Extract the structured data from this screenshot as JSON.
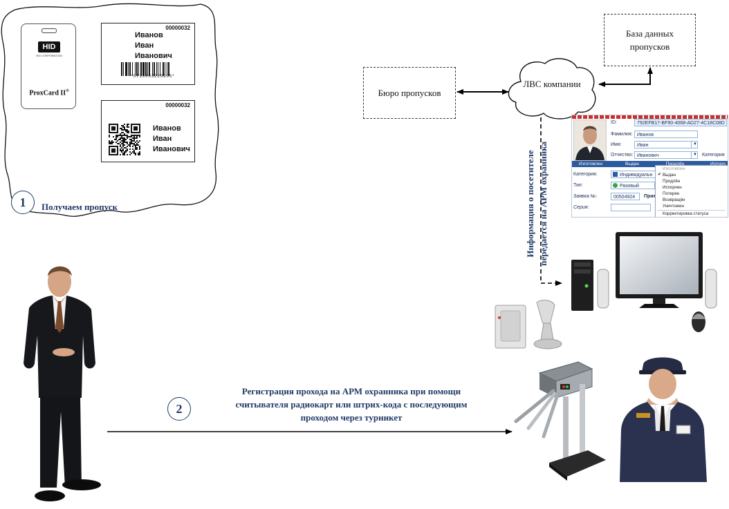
{
  "cards": {
    "prox": {
      "brand": "HID",
      "brand_sub": "HID CORPORATION",
      "model": "ProxCard II",
      "model_sup": "®"
    },
    "barcode": {
      "number": "00000032",
      "surname": "Иванов",
      "name": "Иван",
      "patronymic": "Иванович",
      "digits": "*0710003225905*"
    },
    "qr": {
      "number": "00000032",
      "surname": "Иванов",
      "name": "Иван",
      "patronymic": "Иванович"
    }
  },
  "step1": {
    "number": "1",
    "label": "Получаем пропуск"
  },
  "step2": {
    "number": "2",
    "line1": "Регистрация прохода на АРМ охранника при помощи",
    "line2": "считывателя радиокарт или штрих-кода с последующим",
    "line3": "проходом через турникет"
  },
  "nodes": {
    "bureau": "Бюро пропусков",
    "lan": "ЛВС компании",
    "db_line1": "База данных",
    "db_line2": "пропусков"
  },
  "vertical_note": {
    "line1": "Информация о посетителе",
    "line2": "передается на АРМ охранника"
  },
  "form": {
    "id_label": "ID:",
    "id_value": "792EFB17-BF90-4068-AD27-4C18C08D",
    "surname_label": "Фамилия:",
    "surname_value": "Иванов",
    "name_label": "Имя:",
    "name_value": "Иван",
    "patronymic_label": "Отчество:",
    "patronymic_value": "Иванович",
    "category_label_right": "Категория",
    "tabs": [
      "Изготовлен",
      "Выдан",
      "Продлён",
      "Испорч"
    ],
    "category_label": "Категория:",
    "category_value": "Индивидуальн",
    "type_label": "Тип:",
    "type_value": "Разовый",
    "request_label": "Заявка №:",
    "request_value": "00504924",
    "request_extra": "Прим",
    "series_label": "Серия:",
    "menu_items": [
      "Изготовлен",
      "Выдан",
      "Продлён",
      "Испорчен",
      "Потерян",
      "Возвращён",
      "Уничтожен",
      "Корректировка статуса"
    ],
    "menu_checked": "Выдан"
  },
  "colors": {
    "accent_blue": "#1f3a66",
    "form_blue": "#2c5aa0",
    "field_border": "#8fb3d9"
  }
}
